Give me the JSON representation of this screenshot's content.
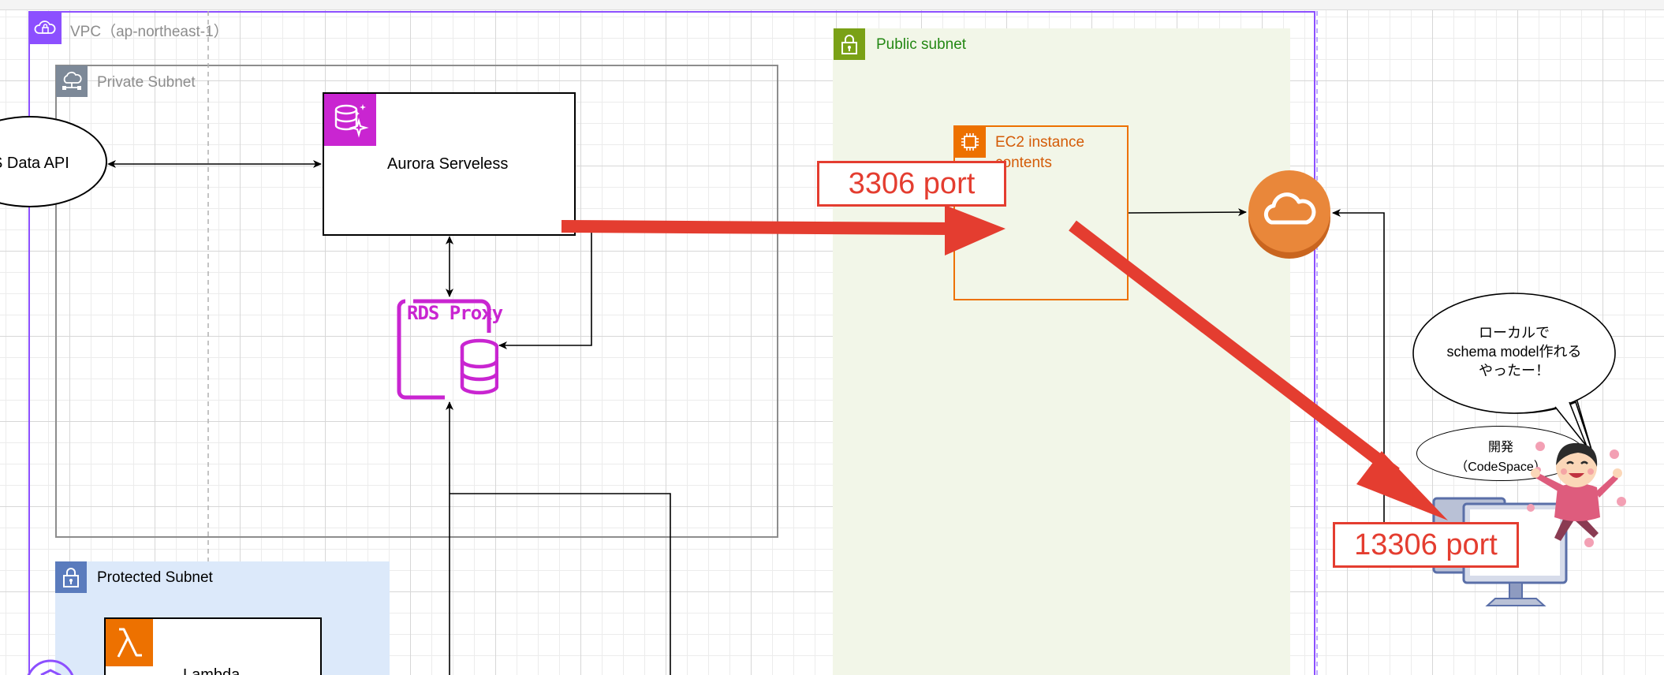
{
  "groups": {
    "vpc": {
      "label": "VPC（ap-northeast-1）",
      "icon": "vpc-cloud-icon",
      "color": "#8c4fff"
    },
    "private_subnet": {
      "label": "Private Subnet",
      "icon": "private-subnet-icon",
      "color": "#7d8998"
    },
    "public_subnet": {
      "label": "Public subnet",
      "icon": "lock-icon",
      "color": "#248814"
    },
    "protected_subnet": {
      "label": "Protected Subnet",
      "icon": "lock-icon",
      "color": "#147eba"
    }
  },
  "nodes": {
    "data_api": {
      "label": "S Data API"
    },
    "aurora": {
      "label": "Aurora Serveless",
      "icon": "aurora-database-icon",
      "color": "#c925d1"
    },
    "rds_proxy": {
      "label": "RDS Proxy",
      "icon": "rds-proxy-icon",
      "color": "#c925d1"
    },
    "ec2": {
      "label_line1": "EC2 instance",
      "label_line2": "contents",
      "icon": "ec2-chip-icon",
      "color": "#ed7100"
    },
    "internet_gateway": {
      "icon": "cloud-icon",
      "color": "#e9873a"
    },
    "lambda": {
      "label": "Lambda",
      "icon": "lambda-icon",
      "color": "#ed7100"
    },
    "dev_ellipse": {
      "line1": "開発",
      "line2": "（CodeSpace）"
    }
  },
  "annotations": {
    "port_3306": "3306 port",
    "port_13306": "13306 port",
    "speech_line1": "ローカルで",
    "speech_line2": "schema model作れる",
    "speech_line3": "やったー！"
  },
  "colors": {
    "arrow_red": "#e43d30",
    "public_fill": "#f2f6e8",
    "protected_fill": "#dce9fa"
  }
}
